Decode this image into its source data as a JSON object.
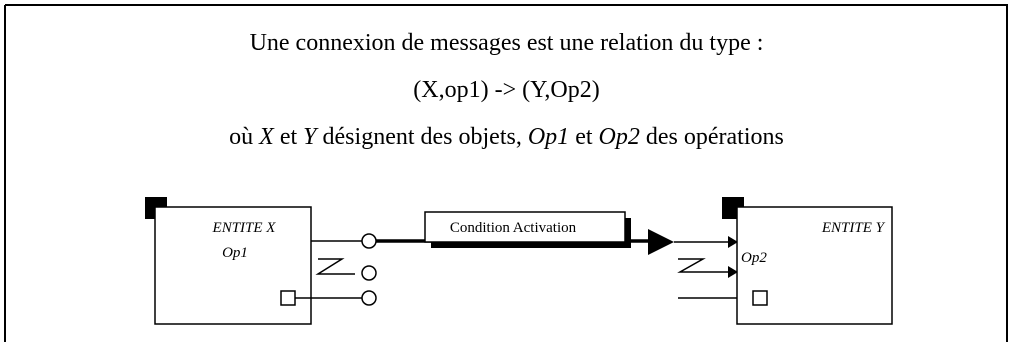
{
  "text": {
    "line1": "Une connexion de messages est une relation du type :",
    "line2": "(X,op1) -> (Y,Op2)",
    "line3": {
      "prefix": "où ",
      "x": "X",
      "and1": " et ",
      "y": "Y",
      "middle": " désignent des objets, ",
      "op1": "Op1",
      "and2": " et ",
      "op2": "Op2",
      "suffix": " des opérations"
    }
  },
  "diagram": {
    "entity_x": {
      "name": "ENTITE X",
      "operation": "Op1"
    },
    "entity_y": {
      "name": "ENTITE Y",
      "operation": "Op2"
    },
    "condition": "Condition Activation"
  }
}
